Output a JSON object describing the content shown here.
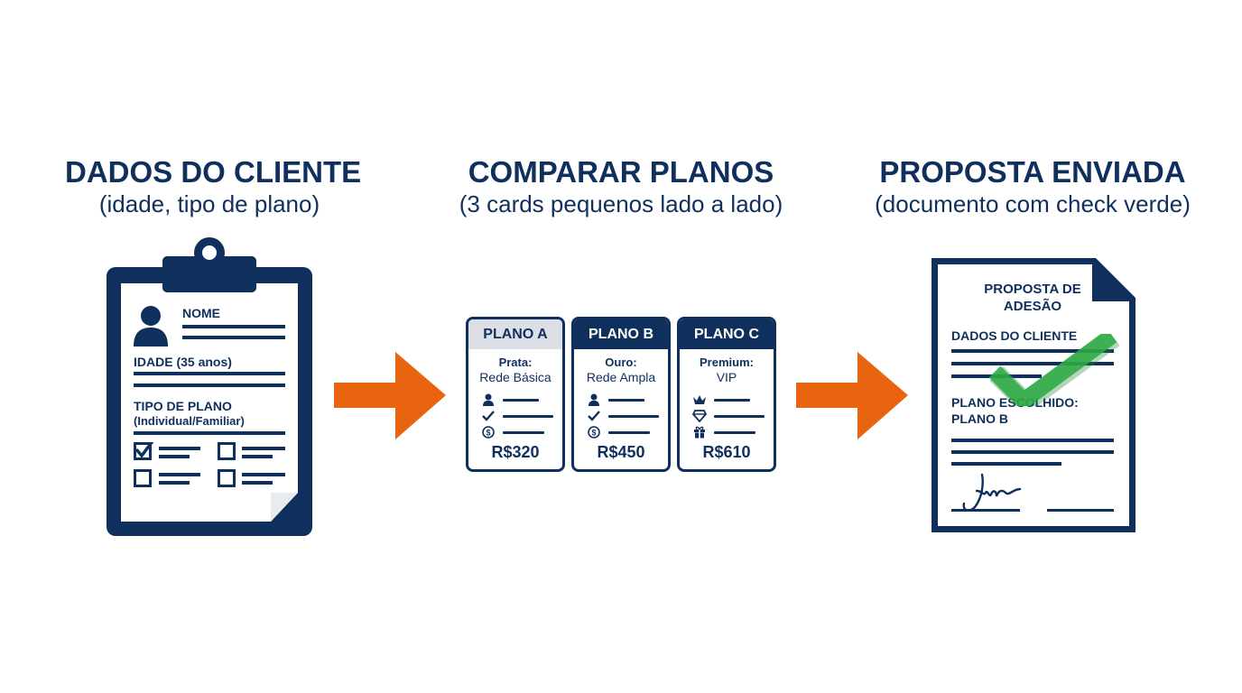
{
  "steps": [
    {
      "title": "DADOS DO CLIENTE",
      "subtitle": "(idade, tipo de plano)"
    },
    {
      "title": "COMPARAR PLANOS",
      "subtitle": "(3 cards pequenos lado a lado)"
    },
    {
      "title": "PROPOSTA ENVIADA",
      "subtitle": "(documento com check verde)"
    }
  ],
  "clipboard": {
    "name_label": "NOME",
    "age_label": "IDADE (35 anos)",
    "plan_type_label": "TIPO DE PLANO",
    "plan_type_options": "(Individual/Familiar)"
  },
  "plans": [
    {
      "header": "PLANO A",
      "tier": "Prata:",
      "network": "Rede Básica",
      "price": "R$320",
      "icons": [
        "user-icon",
        "check-icon",
        "dollar-icon"
      ]
    },
    {
      "header": "PLANO B",
      "tier": "Ouro:",
      "network": "Rede Ampla",
      "price": "R$450",
      "icons": [
        "user-icon",
        "check-icon",
        "dollar-icon"
      ]
    },
    {
      "header": "PLANO C",
      "tier": "Premium:",
      "network": "VIP",
      "price": "R$610",
      "icons": [
        "crown-icon",
        "diamond-icon",
        "gift-icon"
      ]
    }
  ],
  "proposal": {
    "title_line1": "PROPOSTA DE",
    "title_line2": "ADESÃO",
    "client_label": "DADOS DO CLIENTE",
    "chosen_label": "PLANO ESCOLHIDO:",
    "chosen_value": "PLANO B",
    "signature": "Jon"
  },
  "colors": {
    "navy": "#0f2f5c",
    "orange": "#e8640e",
    "green": "#2eaa43",
    "light_gray": "#dcdfe5"
  }
}
